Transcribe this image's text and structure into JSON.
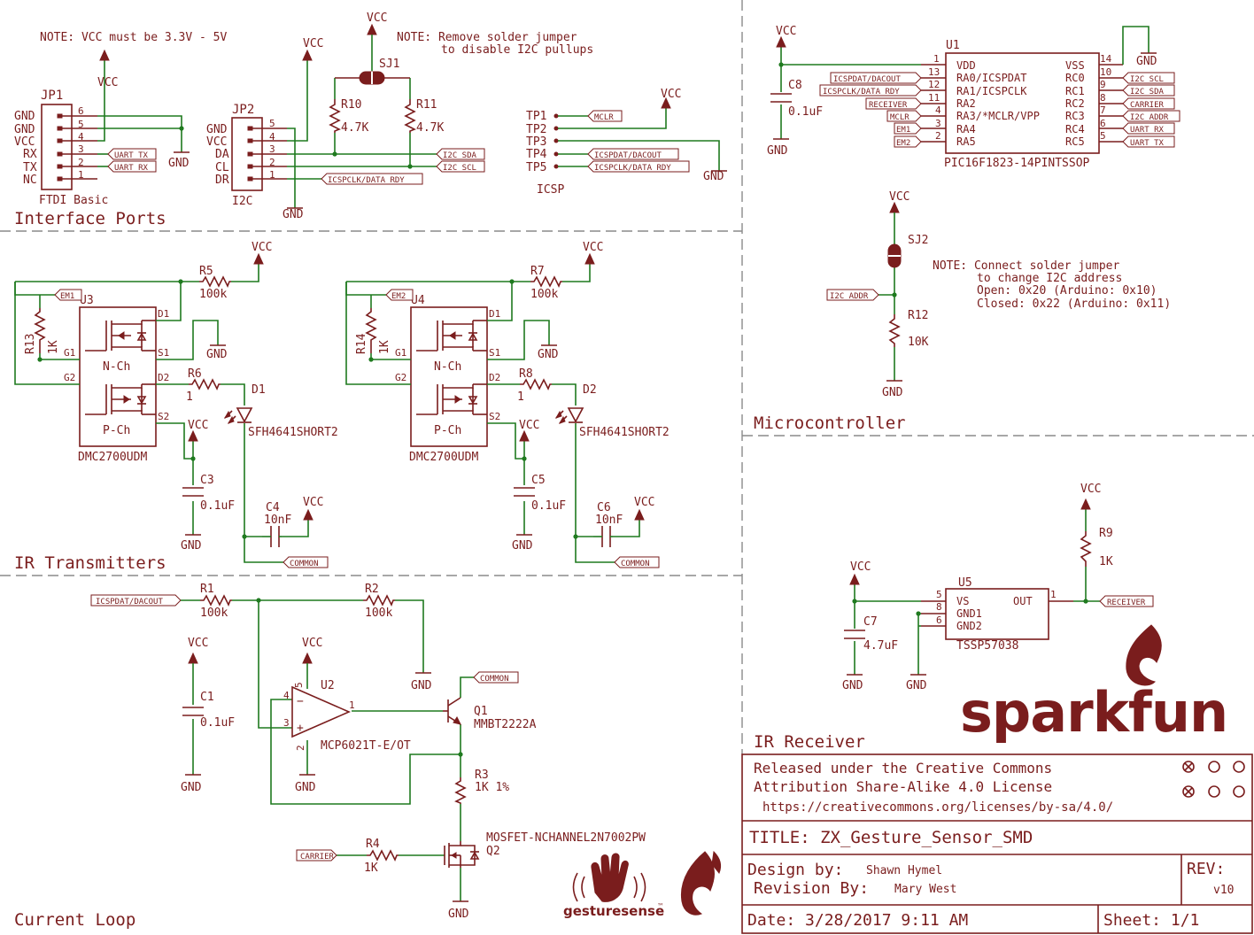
{
  "notes": {
    "vcc_note": "NOTE: VCC must be 3.3V - 5V",
    "jumper_note_1": "NOTE: Remove solder jumper",
    "jumper_note_2": "to disable I2C pullups",
    "addr_note_1": "NOTE: Connect solder jumper",
    "addr_note_2": "to change I2C address",
    "addr_note_3": "Open: 0x20 (Arduino: 0x10)",
    "addr_note_4": "Closed: 0x22 (Arduino: 0x11)"
  },
  "sections": {
    "interface": "Interface Ports",
    "ir_tx": "IR Transmitters",
    "current_loop": "Current Loop",
    "micro": "Microcontroller",
    "ir_rx": "IR Receiver"
  },
  "nets": {
    "vcc": "VCC",
    "gnd": "GND",
    "uart_tx": "UART_TX",
    "uart_rx": "UART_RX",
    "i2c_sda": "I2C_SDA",
    "i2c_scl": "I2C_SCL",
    "icspclk": "ICSPCLK/DATA_RDY",
    "icspdat": "ICSPDAT/DACOUT",
    "mclr": "MCLR",
    "em1": "EM1",
    "em2": "EM2",
    "common": "COMMON",
    "carrier": "CARRIER",
    "receiver": "RECEIVER",
    "i2c_addr": "I2C_ADDR"
  },
  "jp1": {
    "ref": "JP1",
    "value": "FTDI Basic",
    "pins": [
      "GND",
      "GND",
      "VCC",
      "RX",
      "TX",
      "NC"
    ],
    "numbers": [
      "6",
      "5",
      "4",
      "3",
      "2",
      "1"
    ]
  },
  "jp2": {
    "ref": "JP2",
    "value": "I2C",
    "pins": [
      "GND",
      "VCC",
      "DA",
      "CL",
      "DR"
    ],
    "numbers": [
      "5",
      "4",
      "3",
      "2",
      "1"
    ]
  },
  "icsp": {
    "title": "ICSP",
    "pads": [
      "TP1",
      "TP2",
      "TP3",
      "TP4",
      "TP5"
    ]
  },
  "sj1": "SJ1",
  "sj2": "SJ2",
  "resistors": {
    "r1": {
      "ref": "R1",
      "val": "100k"
    },
    "r2": {
      "ref": "R2",
      "val": "100k"
    },
    "r3": {
      "ref": "R3",
      "val": "1K 1%"
    },
    "r4": {
      "ref": "R4",
      "val": "1K"
    },
    "r5": {
      "ref": "R5",
      "val": "100k"
    },
    "r6": {
      "ref": "R6",
      "val": "1"
    },
    "r7": {
      "ref": "R7",
      "val": "100k"
    },
    "r8": {
      "ref": "R8",
      "val": "1"
    },
    "r9": {
      "ref": "R9",
      "val": "1K"
    },
    "r10": {
      "ref": "R10",
      "val": "4.7K"
    },
    "r11": {
      "ref": "R11",
      "val": "4.7K"
    },
    "r12": {
      "ref": "R12",
      "val": "10K"
    },
    "r13": {
      "ref": "R13",
      "val": "1K"
    },
    "r14": {
      "ref": "R14",
      "val": "1K"
    }
  },
  "capacitors": {
    "c1": {
      "ref": "C1",
      "val": "0.1uF"
    },
    "c3": {
      "ref": "C3",
      "val": "0.1uF"
    },
    "c4": {
      "ref": "C4",
      "val": "10nF"
    },
    "c5": {
      "ref": "C5",
      "val": "0.1uF"
    },
    "c6": {
      "ref": "C6",
      "val": "10nF"
    },
    "c7": {
      "ref": "C7",
      "val": "4.7uF"
    },
    "c8": {
      "ref": "C8",
      "val": "0.1uF"
    }
  },
  "mosfet_pair": {
    "u3": "U3",
    "u4": "U4",
    "value": "DMC2700UDM",
    "nch": "N-Ch",
    "pch": "P-Ch",
    "pins": {
      "d1": "D1",
      "s1": "S1",
      "d2": "D2",
      "s2": "S2",
      "g1": "G1",
      "g2": "G2"
    }
  },
  "leds": {
    "d1": "D1",
    "d2": "D2",
    "value": "SFH4641SHORT2"
  },
  "opamp": {
    "ref": "U2",
    "value": "MCP6021T-E/OT",
    "pins": {
      "p1": "1",
      "p2": "2",
      "p3": "3",
      "p4": "4",
      "p5": "5"
    }
  },
  "q1": {
    "ref": "Q1",
    "value": "MMBT2222A"
  },
  "q2": {
    "ref": "Q2",
    "value": "MOSFET-NCHANNEL2N7002PW"
  },
  "u1": {
    "ref": "U1",
    "value": "PIC16F1823-14PINTSSOP",
    "left_pins": [
      "VDD",
      "RA0/ICSPDAT",
      "RA1/ICSPCLK",
      "RA2",
      "RA3/*MCLR/VPP",
      "RA4",
      "RA5"
    ],
    "left_nums": [
      "1",
      "13",
      "12",
      "11",
      "4",
      "3",
      "2"
    ],
    "right_pins": [
      "VSS",
      "RC0",
      "RC1",
      "RC2",
      "RC3",
      "RC4",
      "RC5"
    ],
    "right_nums": [
      "14",
      "10",
      "9",
      "8",
      "7",
      "6",
      "5"
    ],
    "left_nets": [
      "",
      "ICSPDAT/DACOUT",
      "ICSPCLK/DATA_RDY",
      "RECEIVER",
      "MCLR",
      "EM1",
      "EM2"
    ],
    "right_nets": [
      "",
      "I2C_SCL",
      "I2C_SDA",
      "CARRIER",
      "I2C_ADDR",
      "UART_RX",
      "UART_TX"
    ]
  },
  "u5": {
    "ref": "U5",
    "value": "TSSP57038",
    "pins": [
      "VS",
      "GND1",
      "GND2",
      "OUT"
    ],
    "nums": [
      "5",
      "8",
      "6",
      "1"
    ]
  },
  "title_block": {
    "license_1": "Released under the Creative Commons",
    "license_2": "Attribution Share-Alike 4.0 License",
    "license_url": "https://creativecommons.org/licenses/by-sa/4.0/",
    "title": "TITLE: ZX_Gesture_Sensor_SMD",
    "design_label": "Design by:",
    "design_name": "Shawn Hymel",
    "revision_label": "Revision By:",
    "revision_name": "Mary West",
    "rev_label": "REV:",
    "rev_value": "v10",
    "date": "Date: 3/28/2017 9:11 AM",
    "sheet": "Sheet: 1/1"
  },
  "logos": {
    "sparkfun": "sparkfun",
    "gesturesense": "gesturesense",
    "tm": "™"
  }
}
